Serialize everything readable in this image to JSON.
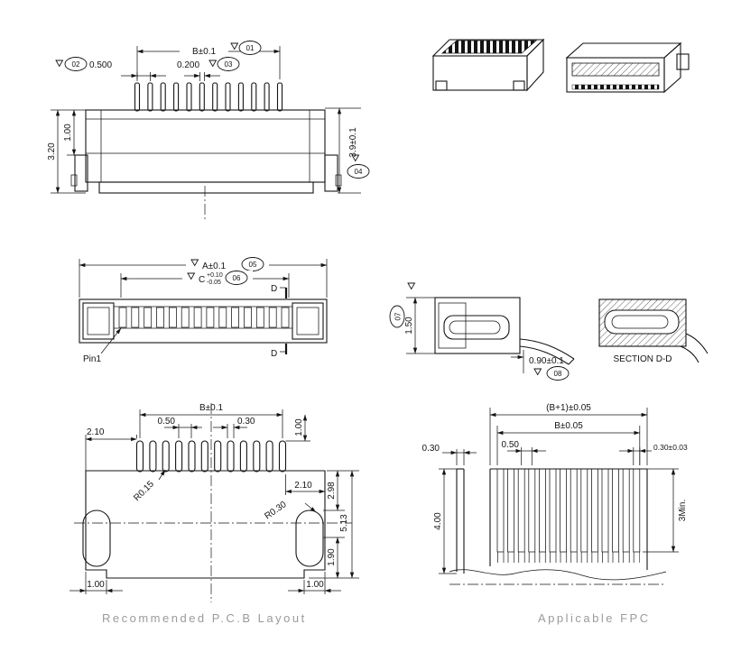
{
  "front_view": {
    "dim_b": "B±0.1",
    "dim_pitch": "0.500",
    "dim_pin_width": "0.200",
    "dim_body_height": "3.20",
    "dim_lug_height": "1.00",
    "dim_total_height": "3.9±0.1",
    "callout_01": "01",
    "callout_02": "02",
    "callout_03": "03",
    "callout_04": "04"
  },
  "top_view": {
    "dim_a": "A±0.1",
    "dim_c": "C",
    "dim_c_tol_upper": "+0.10",
    "dim_c_tol_lower": "-0.05",
    "callout_05": "05",
    "callout_06": "06",
    "section_mark_top": "D",
    "section_mark_bottom": "D",
    "pin1_label": "Pin1"
  },
  "side_view": {
    "dim_height": "1.50",
    "dim_fpc_thickness": "0.90±0.1",
    "callout_07": "07",
    "callout_08": "08"
  },
  "section_view": {
    "label": "SECTION D-D"
  },
  "pcb_layout": {
    "dim_b": "B±0.1",
    "dim_pitch": "0.50",
    "dim_pad_width": "0.30",
    "dim_pad_length": "1.00",
    "dim_left_margin": "2.10",
    "dim_right_margin": "2.10",
    "radius_pad": "R0.15",
    "radius_slot": "R0.30",
    "dim_edge_to_slot": "2.98",
    "dim_total_depth": "5.13",
    "dim_slot_to_edge": "1.90",
    "dim_notch_left": "1.00",
    "dim_notch_right": "1.00",
    "caption": "Recommended P.C.B Layout"
  },
  "fpc": {
    "dim_overall_width": "(B+1)±0.05",
    "dim_contact_width": "B±0.05",
    "dim_pitch": "0.50",
    "dim_thickness": "0.30",
    "dim_finger_width": "0.30±0.03",
    "dim_stiffener_length": "4.00",
    "dim_min_length": "3Min.",
    "caption": "Applicable FPC"
  }
}
